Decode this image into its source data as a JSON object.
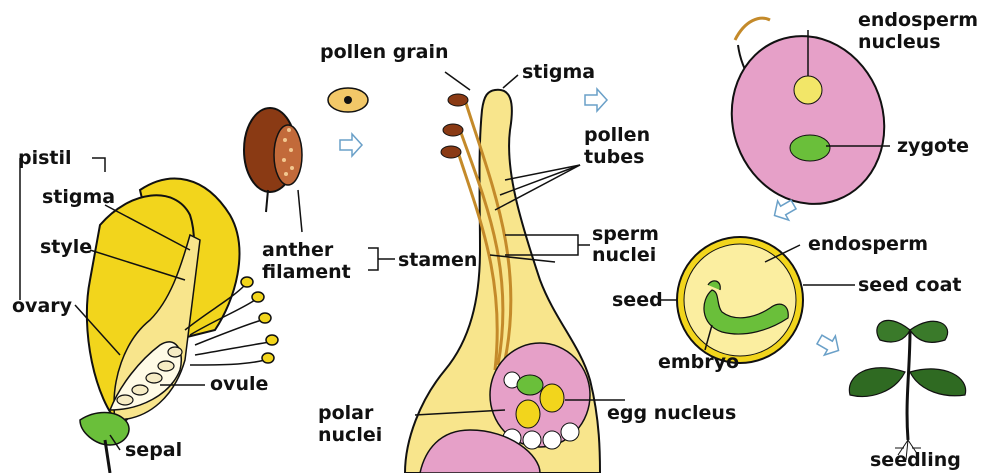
{
  "colors": {
    "flower_yellow": "#f2d51c",
    "pistil_light": "#f8e58c",
    "anther_brown": "#8a3a14",
    "pink": "#e6a0c8",
    "green": "#6abf3a",
    "outline": "#111111",
    "arrow": "#6aa0c8"
  },
  "labels": {
    "pistil": "pistil",
    "stigma_left": "stigma",
    "style": "style",
    "ovary": "ovary",
    "ovule": "ovule",
    "sepal": "sepal",
    "anther": "anther",
    "filament": "filament",
    "stamen": "stamen",
    "pollen_grain": "pollen grain",
    "stigma_center": "stigma",
    "pollen_tubes_1": "pollen",
    "pollen_tubes_2": "tubes",
    "sperm_nuclei_1": "sperm",
    "sperm_nuclei_2": "nuclei",
    "polar_nuclei_1": "polar",
    "polar_nuclei_2": "nuclei",
    "egg_nucleus": "egg nucleus",
    "endosperm_nucleus_1": "endosperm",
    "endosperm_nucleus_2": "nucleus",
    "zygote": "zygote",
    "endosperm": "endosperm",
    "seed_coat": "seed coat",
    "seed": "seed",
    "embryo": "embryo",
    "seedling": "seedling"
  },
  "icons": {
    "flow_arrow": "outline-arrow-icon"
  }
}
